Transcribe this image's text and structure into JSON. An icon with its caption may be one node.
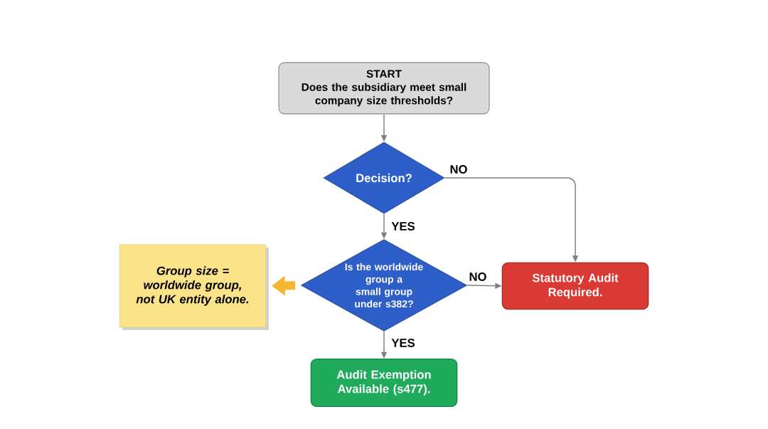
{
  "diagram": {
    "nodes": [
      {
        "text": [
          "START",
          "Does the subsidiary meet small company size thresholds?"
        ]
      },
      {
        "text": [
          "Decision?"
        ]
      },
      {
        "text": [
          "Is the worldwide group a small group under s382?"
        ]
      },
      {
        "text": [
          "Statutory Audit Required."
        ]
      },
      {
        "text": [
          "Audit Exemption Available (s477)."
        ]
      },
      {
        "text": [
          "Group size = worldwide group, not UK entity alone."
        ]
      }
    ],
    "edges": [
      {
        "from": 0,
        "to": 1,
        "arrow": "to"
      },
      {
        "from": 1,
        "to": 3,
        "arrow": "to",
        "label": "NO"
      },
      {
        "from": 1,
        "to": 2,
        "arrow": "to",
        "label": "YES"
      },
      {
        "from": 2,
        "to": 3,
        "arrow": "to",
        "label": "NO"
      },
      {
        "from": 2,
        "to": 4,
        "arrow": "to",
        "label": "YES"
      },
      {
        "from": 2,
        "to": 5,
        "arrow": "to",
        "style": "thick",
        "color": "#f5b731"
      }
    ]
  }
}
